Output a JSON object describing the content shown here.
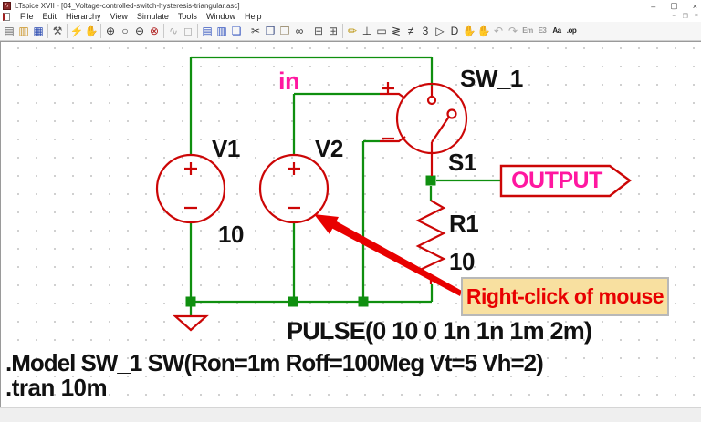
{
  "window": {
    "title": "LTspice XVII - [04_Voltage-controlled-switch-hysteresis-triangular.asc]",
    "controls": {
      "minimize": "–",
      "maximize": "▢",
      "close": "×"
    },
    "mdi_controls": {
      "minimize": "–",
      "restore": "❐",
      "close": "×"
    }
  },
  "menu": {
    "items": [
      "File",
      "Edit",
      "Hierarchy",
      "View",
      "Simulate",
      "Tools",
      "Window",
      "Help"
    ]
  },
  "toolbar": {
    "items": [
      {
        "name": "new-schematic-icon",
        "glyph": "▤",
        "color": "#666666"
      },
      {
        "name": "open-file-icon",
        "glyph": "▥",
        "color": "#c89020"
      },
      {
        "name": "save-icon",
        "glyph": "▦",
        "color": "#2848b0"
      },
      {
        "type": "sep"
      },
      {
        "name": "control-panel-icon",
        "glyph": "⚒",
        "color": "#555555"
      },
      {
        "type": "sep"
      },
      {
        "name": "run-icon",
        "glyph": "⚡",
        "color": "#333333"
      },
      {
        "name": "halt-hand-icon",
        "glyph": "✋",
        "color": "#c8a078"
      },
      {
        "type": "sep"
      },
      {
        "name": "zoom-in-icon",
        "glyph": "⊕",
        "color": "#333333"
      },
      {
        "name": "zoom-page-icon",
        "glyph": "○",
        "color": "#333333"
      },
      {
        "name": "zoom-out-icon",
        "glyph": "⊖",
        "color": "#333333"
      },
      {
        "name": "zoom-extents-icon",
        "glyph": "⊗",
        "color": "#b02020"
      },
      {
        "type": "sep"
      },
      {
        "name": "autorange-icon",
        "glyph": "∿",
        "color": "#aaaaaa"
      },
      {
        "name": "pan-icon",
        "glyph": "◻",
        "color": "#aaaaaa"
      },
      {
        "type": "sep"
      },
      {
        "name": "tile-horizontal-icon",
        "glyph": "▤",
        "color": "#3858c0"
      },
      {
        "name": "tile-vertical-icon",
        "glyph": "▥",
        "color": "#3858c0"
      },
      {
        "name": "cascade-windows-icon",
        "glyph": "❏",
        "color": "#3858c0"
      },
      {
        "type": "sep"
      },
      {
        "name": "cut-icon",
        "glyph": "✂",
        "color": "#333333"
      },
      {
        "name": "copy-icon",
        "glyph": "❐",
        "color": "#445588"
      },
      {
        "name": "paste-icon",
        "glyph": "❒",
        "color": "#887755"
      },
      {
        "name": "find-icon",
        "glyph": "∞",
        "color": "#333333"
      },
      {
        "type": "sep"
      },
      {
        "name": "print-icon",
        "glyph": "⊟",
        "color": "#555555"
      },
      {
        "name": "print-setup-icon",
        "glyph": "⊞",
        "color": "#555555"
      },
      {
        "type": "sep"
      },
      {
        "name": "wire-pencil-icon",
        "glyph": "✏",
        "color": "#b89000"
      },
      {
        "name": "ground-icon",
        "glyph": "⊥",
        "color": "#333333"
      },
      {
        "name": "net-label-icon",
        "glyph": "▭",
        "color": "#333333"
      },
      {
        "name": "resistor-icon",
        "glyph": "≷",
        "color": "#333333"
      },
      {
        "name": "capacitor-icon",
        "glyph": "≠",
        "color": "#333333"
      },
      {
        "name": "inductor-icon",
        "glyph": "3",
        "color": "#333333"
      },
      {
        "name": "diode-icon",
        "glyph": "▷",
        "color": "#333333"
      },
      {
        "name": "component-icon",
        "glyph": "D",
        "color": "#333333"
      },
      {
        "name": "move-hand-icon",
        "glyph": "✋",
        "color": "#b87838"
      },
      {
        "name": "drag-hand-icon",
        "glyph": "✋",
        "color": "#999999"
      },
      {
        "name": "undo-icon",
        "glyph": "↶",
        "color": "#aaaaaa"
      },
      {
        "name": "redo-icon",
        "glyph": "↷",
        "color": "#aaaaaa"
      },
      {
        "name": "edit-sim-cmd-icon",
        "glyph": "Em",
        "color": "#999999",
        "text": true
      },
      {
        "name": "edit-e3-icon",
        "glyph": "E3",
        "color": "#999999",
        "text": true
      },
      {
        "name": "text-tool-icon",
        "glyph": "Aa",
        "color": "#222222",
        "text": true
      },
      {
        "name": "spice-directive-icon",
        "glyph": ".op",
        "color": "#222222",
        "text": true
      }
    ]
  },
  "schematic": {
    "components": {
      "v1": {
        "name": "V1",
        "value": "10"
      },
      "v2": {
        "name": "V2",
        "value": "PULSE(0 10 0 1n 1n 1m 2m)"
      },
      "sw": {
        "name": "SW_1",
        "node": "S1",
        "plus": "+",
        "minus": "−"
      },
      "r1": {
        "name": "R1",
        "value": "10"
      }
    },
    "nets": {
      "in": "in",
      "output": "OUTPUT"
    },
    "directives": {
      "model": ".Model SW_1 SW(Ron=1m Roff=100Meg Vt=5 Vh=2)",
      "tran": ".tran 10m"
    },
    "annotation": {
      "text": "Right-click of mouse"
    }
  },
  "colors": {
    "wire": "#0f8f0f",
    "component": "#cc0606",
    "net": "#ff17a0",
    "label": "#111111",
    "annotation_bg": "#f8e0a0",
    "annotation_text": "#e80000",
    "arrow": "#e80000"
  }
}
